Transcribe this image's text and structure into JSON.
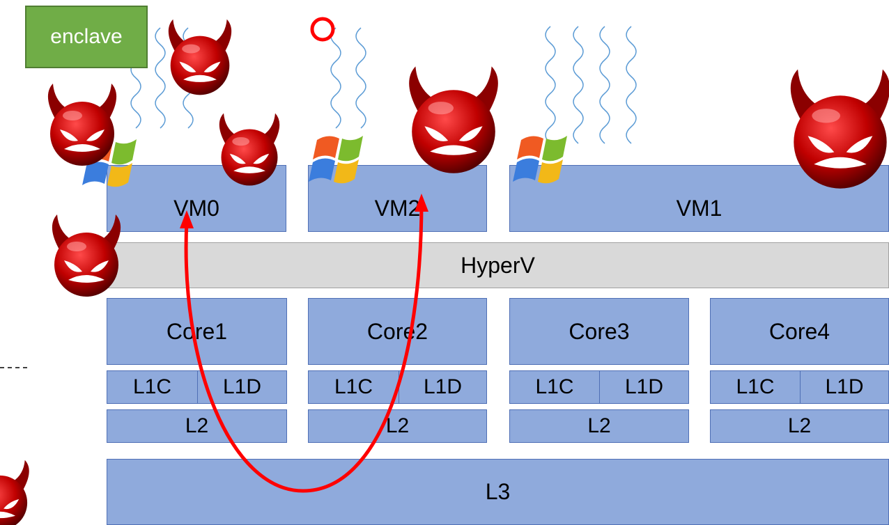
{
  "enclave_label": "enclave",
  "vms": [
    "VM0",
    "VM2",
    "VM1"
  ],
  "hypervisor": "HyperV",
  "cores": [
    "Core1",
    "Core2",
    "Core3",
    "Core4"
  ],
  "l1": {
    "code": "L1C",
    "data": "L1D"
  },
  "l2": "L2",
  "l3": "L3",
  "colors": {
    "box": "#8faadc",
    "hypervisor": "#d9d9d9",
    "enclave": "#70ad47",
    "arrow": "#ff0000",
    "wave": "#5b9bd5"
  },
  "icons": [
    "devil-icon",
    "windows-logo-icon",
    "heat-wave-icon",
    "red-circle-icon",
    "arrow-icon"
  ]
}
